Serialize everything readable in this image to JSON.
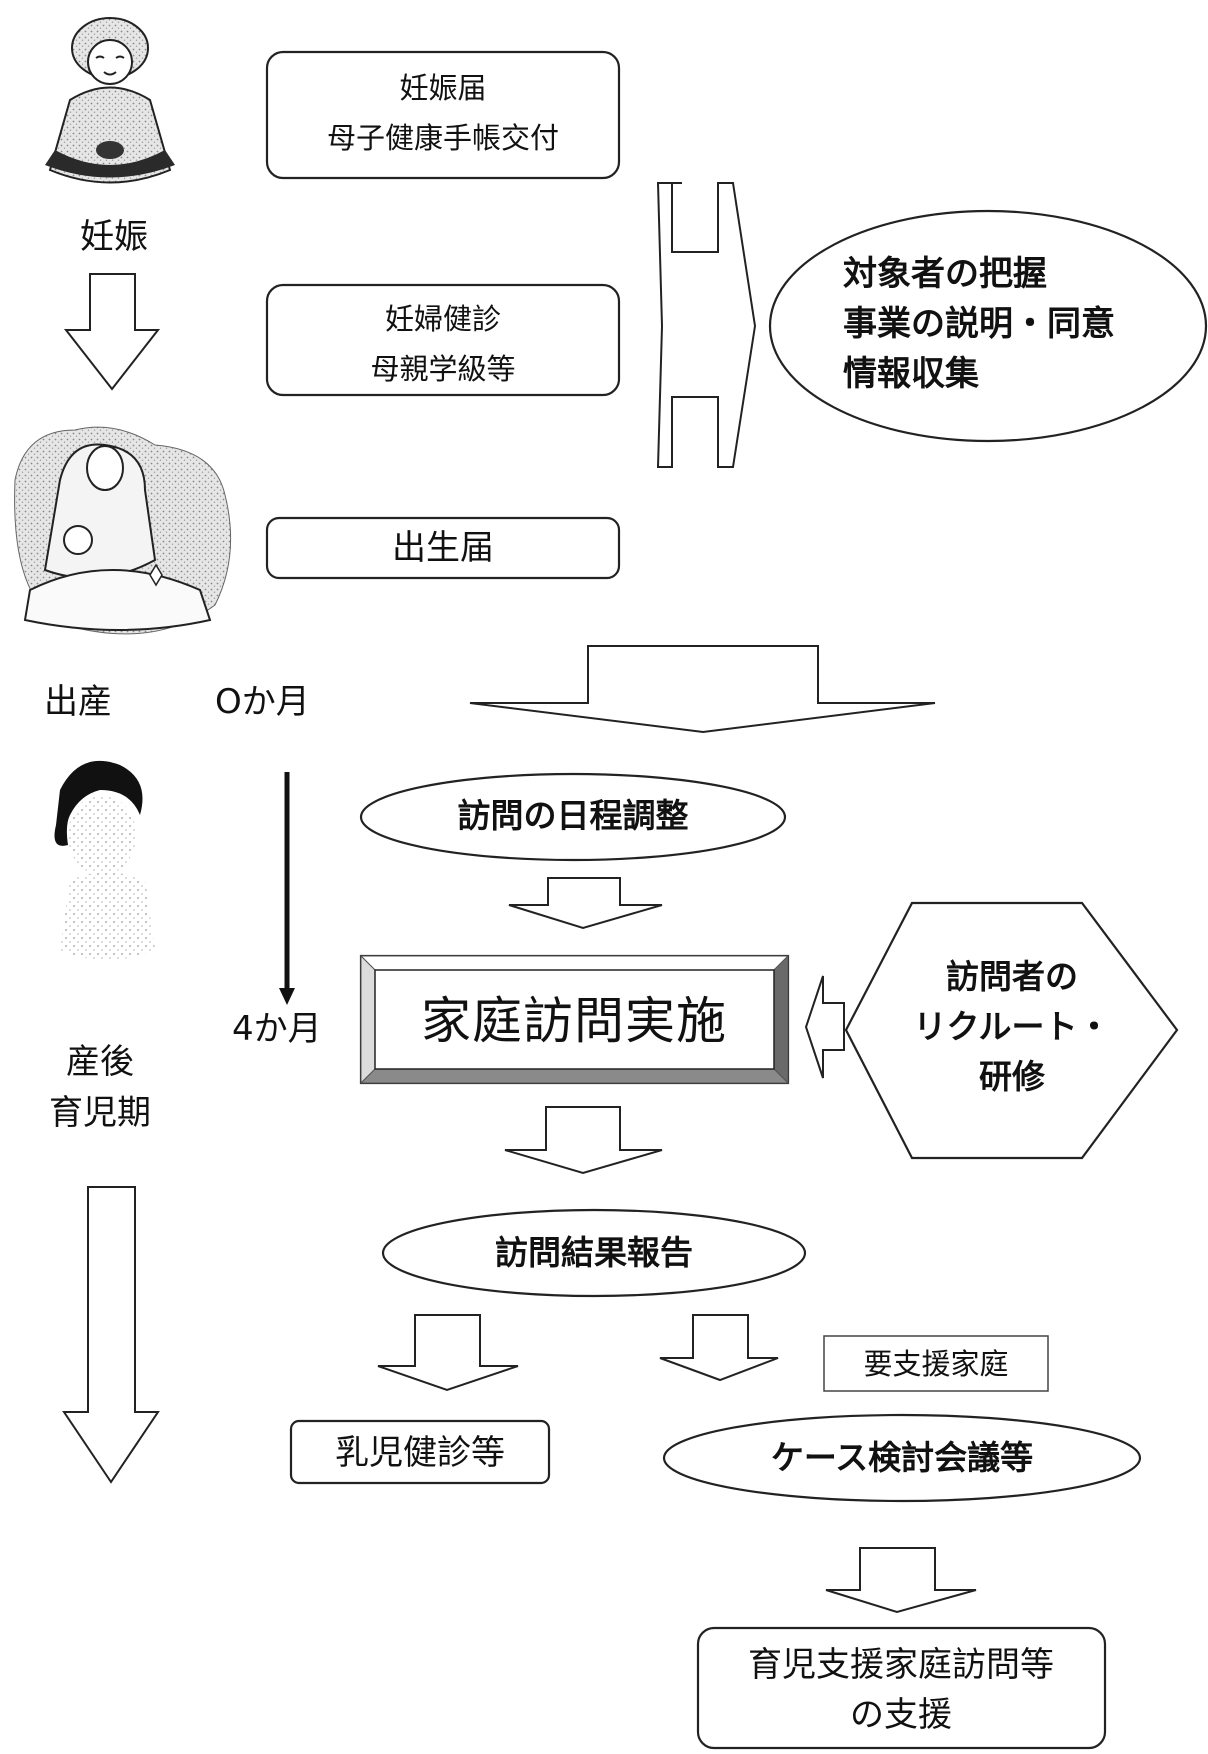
{
  "stages": {
    "pregnancy": "妊娠",
    "birth": "出産",
    "month0": "Oか月",
    "month4": "4か月",
    "postpartum_line1": "産後",
    "postpartum_line2": "育児期"
  },
  "boxes": {
    "pregnancy_notice_line1": "妊娠届",
    "pregnancy_notice_line2": "母子健康手帳交付",
    "checkup_line1": "妊婦健診",
    "checkup_line2": "母親学級等",
    "birth_registration": "出生届",
    "home_visit": "家庭訪問実施",
    "infant_checkup": "乳児健診等",
    "support_needed": "要支援家庭",
    "final_support_line1": "育児支援家庭訪問等",
    "final_support_line2": "の支援"
  },
  "ovals": {
    "target_line1": "対象者の把握",
    "target_line2": "事業の説明・同意",
    "target_line3": "情報収集",
    "schedule": "訪問の日程調整",
    "report": "訪問結果報告",
    "case_meeting": "ケース検討会議等"
  },
  "hexagon": {
    "line1": "訪問者の",
    "line2": "リクルート・",
    "line3": "研修"
  }
}
